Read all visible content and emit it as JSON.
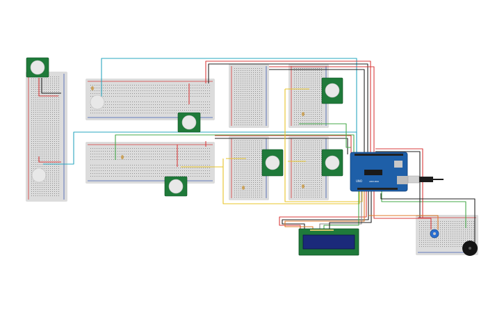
{
  "components": {
    "breadboards": [
      "bb-left-vertical",
      "bb-top-middle",
      "bb-lower-middle",
      "bb-center-a",
      "bb-center-b",
      "bb-center-c",
      "bb-center-d",
      "bb-right-small"
    ],
    "pir_sensors": 8,
    "arduino": {
      "label_brand": "UNO",
      "label_small": "ARDUINO"
    },
    "lcd": {
      "label": ""
    },
    "potentiometer": true,
    "buzzer": true,
    "usb_cable": true
  },
  "wire_colors": {
    "red": "#d93b3b",
    "black": "#222222",
    "cyan": "#2aa7c0",
    "green": "#45a84a",
    "yellow": "#e8c428",
    "orange": "#e07a28",
    "gray": "#8a8a8a"
  }
}
